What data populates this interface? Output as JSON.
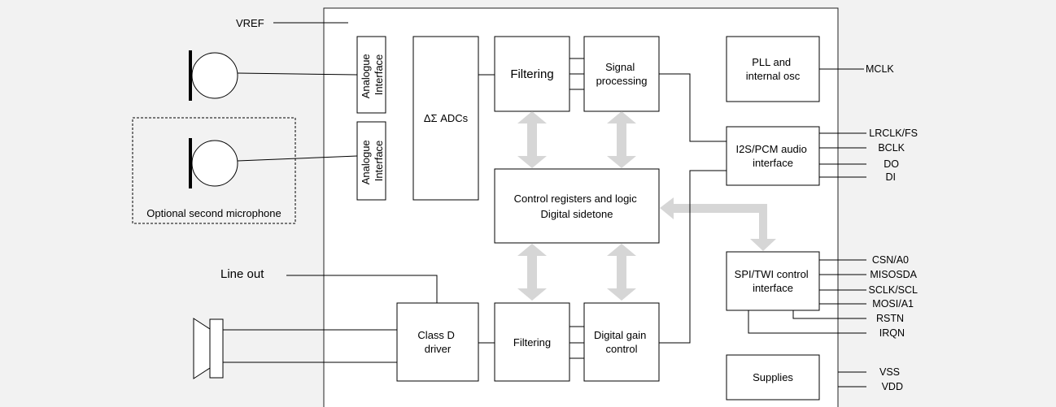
{
  "colors": {
    "background": "#f2f2f2",
    "block_fill": "#ffffff",
    "line": "#000000",
    "bus_arrow": "#d6d6d6"
  },
  "icons": {
    "microphone": "microphone-icon",
    "speaker": "speaker-icon"
  },
  "external": {
    "vref": "VREF",
    "line_out": "Line out",
    "optional_mic": "Optional second microphone"
  },
  "blocks": {
    "analogue_interface_1": [
      "Analogue",
      "Interface"
    ],
    "analogue_interface_2": [
      "Analogue",
      "Interface"
    ],
    "adcs": "ΔΣ ADCs",
    "filtering_top": "Filtering",
    "signal_processing": [
      "Signal",
      "processing"
    ],
    "pll": [
      "PLL and",
      "internal osc"
    ],
    "i2s": [
      "I2S/PCM audio",
      "interface"
    ],
    "control": [
      "Control registers and logic",
      "Digital sidetone"
    ],
    "spi": [
      "SPI/TWI control",
      "interface"
    ],
    "class_d": [
      "Class D",
      "driver"
    ],
    "filtering_bottom": "Filtering",
    "gain": [
      "Digital gain",
      "control"
    ],
    "supplies": "Supplies"
  },
  "pins": {
    "mclk": "MCLK",
    "lrclk": "LRCLK/FS",
    "bclk": "BCLK",
    "do": "DO",
    "di": "DI",
    "csn": "CSN/A0",
    "misosda": "MISOSDA",
    "sclk": "SCLK/SCL",
    "mosi": "MOSI/A1",
    "rstn": "RSTN",
    "irqn": "IRQN",
    "vss": "VSS",
    "vdd": "VDD"
  }
}
